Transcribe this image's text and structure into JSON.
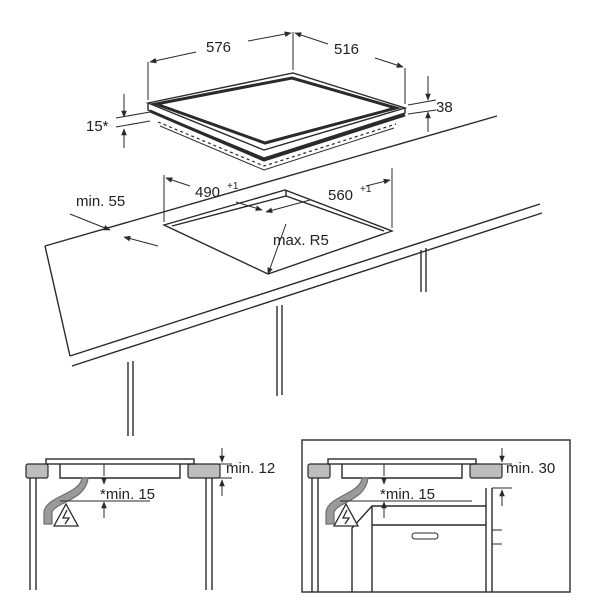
{
  "dimensions": {
    "hob_width": "576",
    "hob_depth": "516",
    "hob_height": "38",
    "hob_protrusion": "15*",
    "cutout_depth": "490",
    "cutout_depth_tol": "+1",
    "cutout_width": "560",
    "cutout_width_tol": "+1",
    "edge_min": "min. 55",
    "corner_radius": "max. R5"
  },
  "details": {
    "left_clearance_top": "min. 12",
    "left_clearance_under": "*min. 15",
    "right_clearance_top": "min. 30",
    "right_clearance_under": "*min. 15"
  },
  "icons": {
    "left_warning": "electric-hazard-icon",
    "right_warning": "electric-hazard-icon"
  }
}
